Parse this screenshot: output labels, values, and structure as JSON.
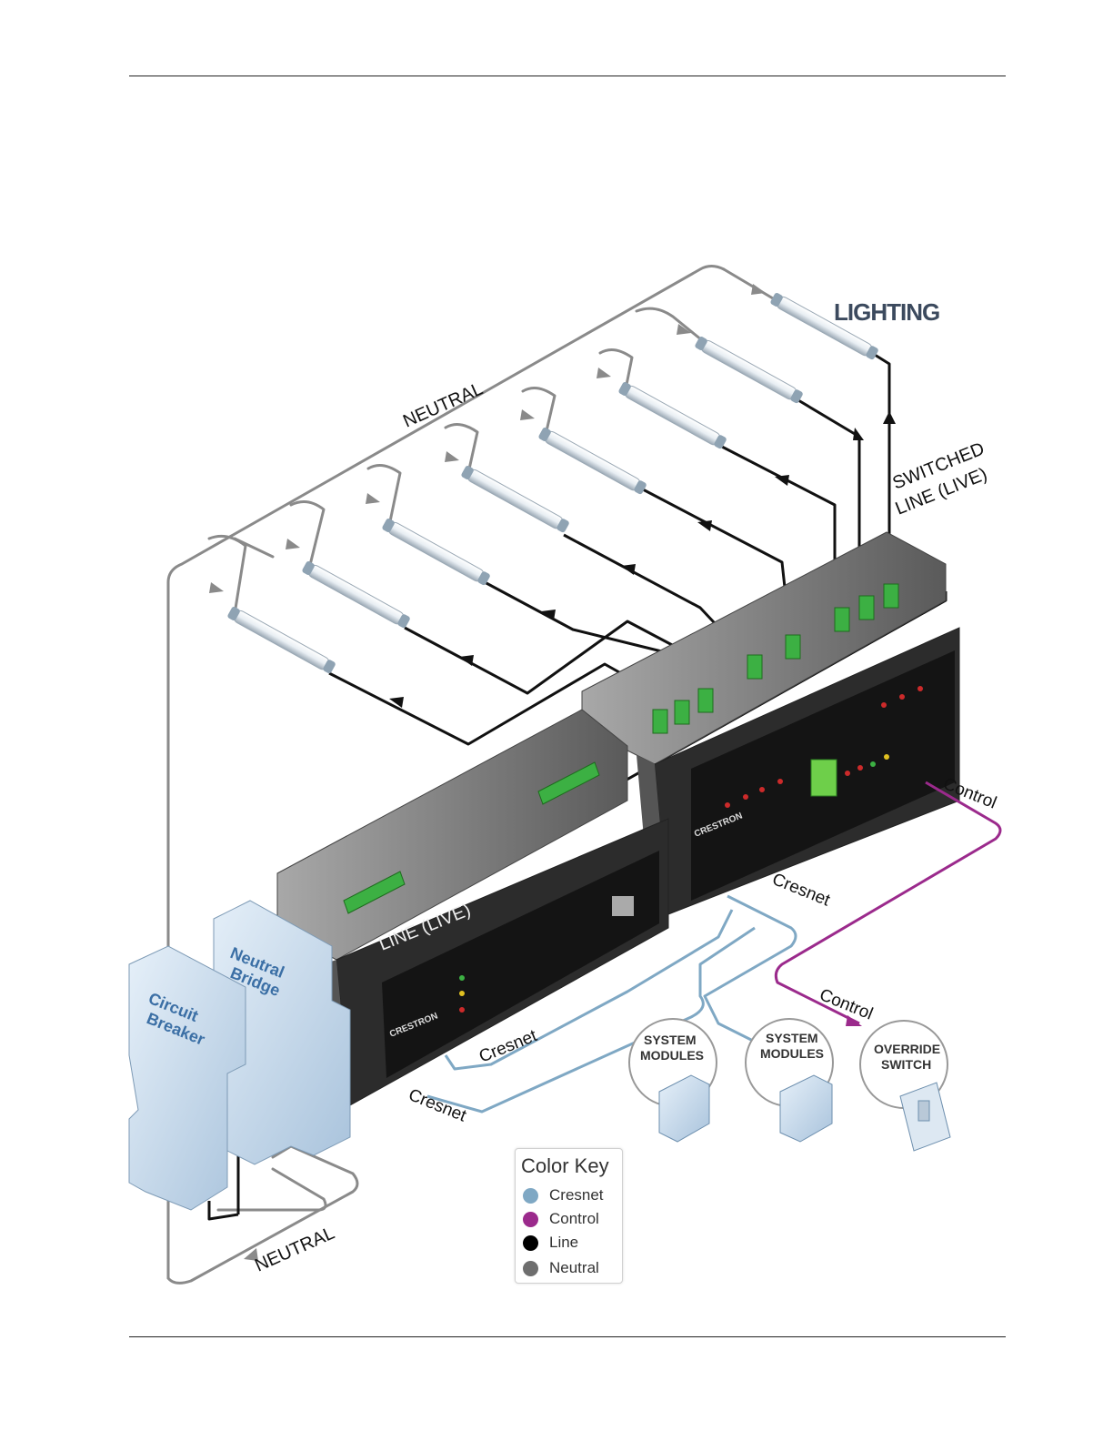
{
  "labels": {
    "lighting": "LIGHTING",
    "switched_line_1": "SWITCHED",
    "switched_line_2": "LINE (LIVE)",
    "neutral_top": "NEUTRAL",
    "neutral_bottom": "NEUTRAL",
    "line_live": "LINE (LIVE)",
    "control_right": "Control",
    "control_lower": "Control",
    "cresnet_right": "Cresnet",
    "cresnet_mid": "Cresnet",
    "cresnet_bottom": "Cresnet",
    "neutral_bridge_1": "Neutral",
    "neutral_bridge_2": "Bridge",
    "circuit_breaker_1": "Circuit",
    "circuit_breaker_2": "Breaker",
    "system_modules_a_1": "SYSTEM",
    "system_modules_a_2": "MODULES",
    "system_modules_b_1": "SYSTEM",
    "system_modules_b_2": "MODULES",
    "override_1": "OVERRIDE",
    "override_2": "SWITCH",
    "brand_left": "CRESTRON",
    "brand_right": "CRESTRON"
  },
  "color_key": {
    "title": "Color Key",
    "items": [
      {
        "label": "Cresnet",
        "color": "#7fa8c4"
      },
      {
        "label": "Control",
        "color": "#9b2a8c"
      },
      {
        "label": "Line",
        "color": "#000000"
      },
      {
        "label": "Neutral",
        "color": "#6e6e6e"
      }
    ]
  },
  "colors": {
    "cresnet": "#7fa8c4",
    "control": "#9b2a8c",
    "line": "#111111",
    "neutral": "#8a8a8a",
    "lighting_label": "#3c4a5e",
    "module_green": "#3cb043",
    "breaker_blue": "#c9dcee"
  }
}
